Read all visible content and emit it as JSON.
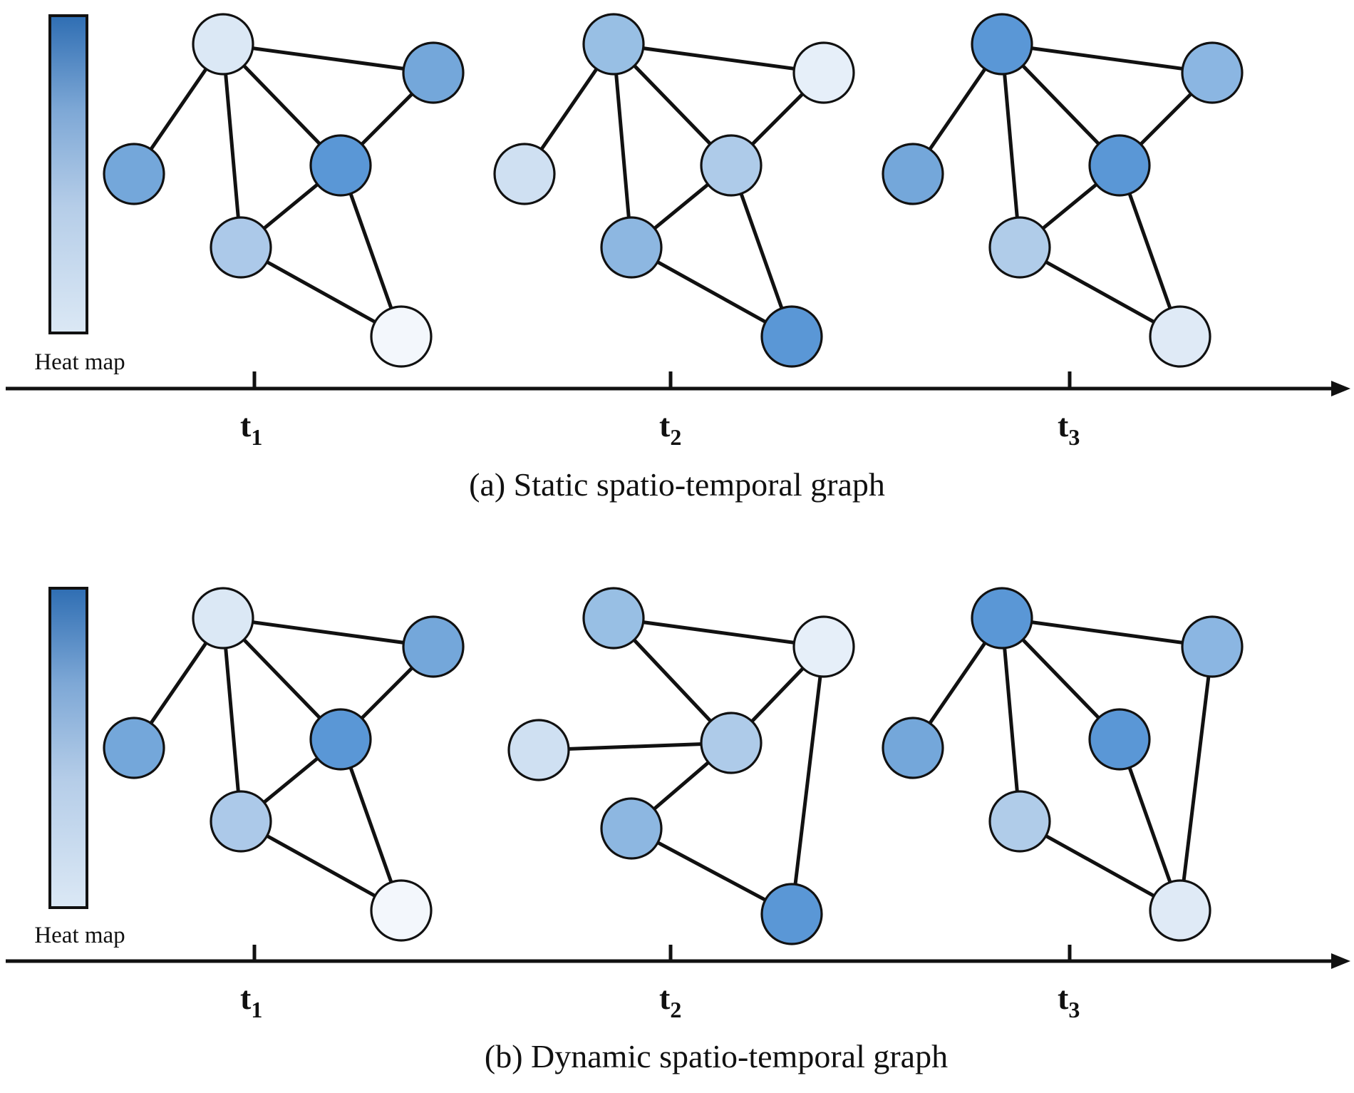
{
  "colors": {
    "heat_dark": "#2f6eb3",
    "heat_light": "#dbe8f5",
    "line": "#111111",
    "background": "#ffffff"
  },
  "panels": [
    {
      "id": "a",
      "caption": "(a) Static spatio-temporal graph",
      "legend_label": "Heat map",
      "ticks": [
        {
          "base": "t",
          "sub": "1"
        },
        {
          "base": "t",
          "sub": "2"
        },
        {
          "base": "t",
          "sub": "3"
        }
      ],
      "graphs": [
        {
          "node_shades": [
            "#dbe8f5",
            "#74a7da",
            "#74a7da",
            "#5a97d6",
            "#acc9e9",
            "#f3f7fc"
          ],
          "edges": [
            [
              0,
              1
            ],
            [
              0,
              2
            ],
            [
              0,
              3
            ],
            [
              0,
              4
            ],
            [
              1,
              3
            ],
            [
              3,
              4
            ],
            [
              3,
              5
            ],
            [
              4,
              5
            ]
          ]
        },
        {
          "node_shades": [
            "#98bfe4",
            "#e6eff9",
            "#cfe0f2",
            "#aecbe9",
            "#8db7e1",
            "#5a97d6"
          ],
          "edges": [
            [
              0,
              1
            ],
            [
              0,
              2
            ],
            [
              0,
              3
            ],
            [
              0,
              4
            ],
            [
              1,
              3
            ],
            [
              3,
              4
            ],
            [
              3,
              5
            ],
            [
              4,
              5
            ]
          ]
        },
        {
          "node_shades": [
            "#5a97d6",
            "#8bb6e2",
            "#74a7da",
            "#5a97d6",
            "#b0cce9",
            "#dfeaf6"
          ],
          "edges": [
            [
              0,
              1
            ],
            [
              0,
              2
            ],
            [
              0,
              3
            ],
            [
              0,
              4
            ],
            [
              1,
              3
            ],
            [
              3,
              4
            ],
            [
              3,
              5
            ],
            [
              4,
              5
            ]
          ]
        }
      ]
    },
    {
      "id": "b",
      "caption": "(b) Dynamic spatio-temporal graph",
      "legend_label": "Heat map",
      "ticks": [
        {
          "base": "t",
          "sub": "1"
        },
        {
          "base": "t",
          "sub": "2"
        },
        {
          "base": "t",
          "sub": "3"
        }
      ],
      "graphs": [
        {
          "node_shades": [
            "#dbe8f5",
            "#74a7da",
            "#74a7da",
            "#5a97d6",
            "#acc9e9",
            "#f3f7fc"
          ],
          "edges": [
            [
              0,
              1
            ],
            [
              0,
              2
            ],
            [
              0,
              3
            ],
            [
              0,
              4
            ],
            [
              1,
              3
            ],
            [
              3,
              4
            ],
            [
              3,
              5
            ],
            [
              4,
              5
            ]
          ]
        },
        {
          "node_shades": [
            "#98bfe4",
            "#e6eff9",
            "#cfe0f2",
            "#aecbe9",
            "#8db7e1",
            "#5a97d6"
          ],
          "edges": [
            [
              0,
              1
            ],
            [
              0,
              3
            ],
            [
              1,
              3
            ],
            [
              1,
              5
            ],
            [
              2,
              3
            ],
            [
              3,
              4
            ],
            [
              4,
              5
            ]
          ]
        },
        {
          "node_shades": [
            "#5a97d6",
            "#8bb6e2",
            "#74a7da",
            "#5a97d6",
            "#b0cce9",
            "#dfeaf6"
          ],
          "edges": [
            [
              0,
              1
            ],
            [
              0,
              2
            ],
            [
              0,
              3
            ],
            [
              0,
              4
            ],
            [
              1,
              5
            ],
            [
              3,
              5
            ],
            [
              4,
              5
            ]
          ]
        }
      ]
    }
  ]
}
